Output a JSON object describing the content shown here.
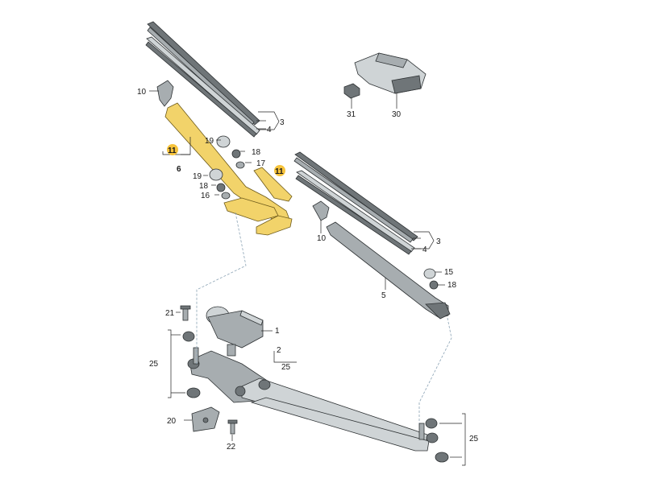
{
  "callouts": {
    "c10a": "10",
    "c11a": "11",
    "c6": "6",
    "c19a": "19",
    "c18a": "18",
    "c17": "17",
    "c19b": "19",
    "c18b": "18",
    "c16": "16",
    "c11b": "11",
    "c3a": "3",
    "c4a": "4",
    "c31": "31",
    "c30": "30",
    "c10b": "10",
    "c3b": "3",
    "c4b": "4",
    "c5": "5",
    "c15": "15",
    "c18c": "18",
    "c1": "1",
    "c2": "2",
    "c25a": "25",
    "c25b": "25",
    "c25c": "25",
    "c21": "21",
    "c20": "20",
    "c22": "22"
  },
  "highlight_color": "#f6c33b",
  "highlighted_parts": [
    "11"
  ]
}
